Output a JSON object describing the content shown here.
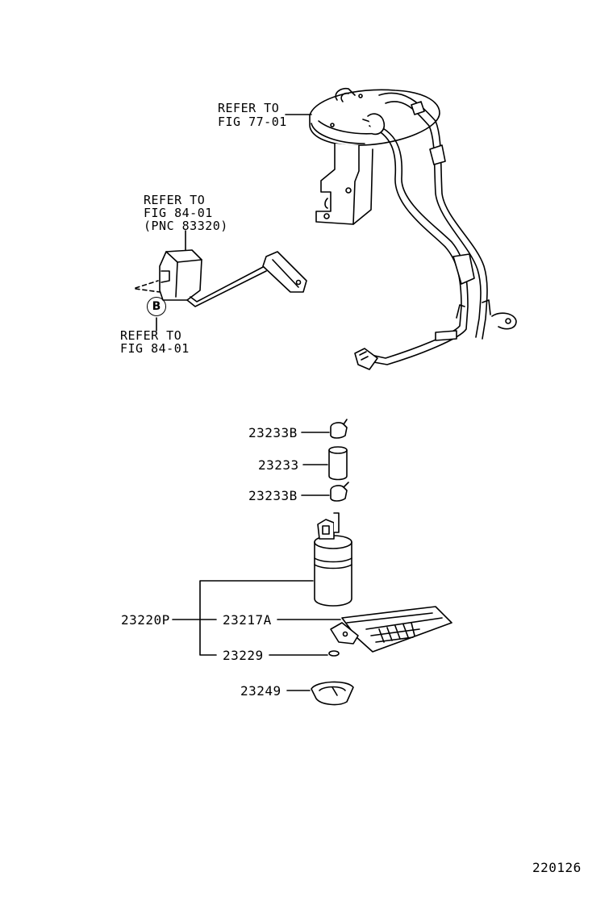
{
  "references": {
    "pump_assembly": {
      "line1": "REFER TO",
      "line2": "FIG 77-01"
    },
    "sender_unit": {
      "line1": "REFER TO",
      "line2": "FIG 84-01",
      "line3": "(PNC 83320)"
    },
    "circle_b": {
      "line1": "REFER TO",
      "line2": "FIG 84-01",
      "marker": "B"
    }
  },
  "parts": {
    "clamp_upper": "23233B",
    "hose": "23233",
    "clamp_lower": "23233B",
    "pump_assy": "23220P",
    "filter": "23217A",
    "washer": "23229",
    "retainer": "23249"
  },
  "figure_number": "220126"
}
